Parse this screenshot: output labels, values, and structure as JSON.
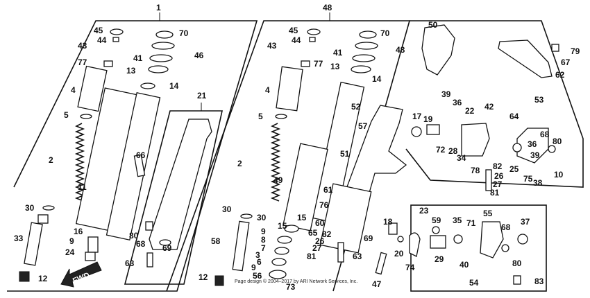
{
  "diagram": {
    "labels": {
      "l1": "1",
      "l48": "48",
      "l45a": "45",
      "l44a": "44",
      "l43a": "43",
      "l77a": "77",
      "l70a": "70",
      "l41a": "41",
      "l46": "46",
      "l13a": "13",
      "l14a": "14",
      "l4a": "4",
      "l5a": "5",
      "l2a": "2",
      "l11": "11",
      "l30a": "30",
      "l33": "33",
      "l16a": "16",
      "l9a": "9",
      "l24": "24",
      "l12a": "12",
      "l21": "21",
      "l66": "66",
      "l80a": "80",
      "l68a": "68",
      "l69a": "69",
      "l63a": "63",
      "l45b": "45",
      "l44b": "44",
      "l43b": "43",
      "l77b": "77",
      "l70b": "70",
      "l48b": "48",
      "l41b": "41",
      "l13b": "13",
      "l14b": "14",
      "l4b": "4",
      "l5b": "5",
      "l2b": "2",
      "l49": "49",
      "l30b": "30",
      "l30c": "30",
      "l15a": "15",
      "l15b": "15",
      "l9b": "9",
      "l8": "8",
      "l7": "7",
      "l58": "58",
      "l3": "3",
      "l6": "6",
      "l9c": "9",
      "l56": "56",
      "l73": "73",
      "l12b": "12",
      "l52": "52",
      "l57": "57",
      "l51": "51",
      "l61": "61",
      "l76": "76",
      "l60": "60",
      "l65": "65",
      "l82a": "82",
      "l26a": "26",
      "l27a": "27",
      "l81a": "81",
      "l63b": "63",
      "l69b": "69",
      "l50": "50",
      "l79": "79",
      "l67": "67",
      "l62": "62",
      "l53": "53",
      "l39a": "39",
      "l36a": "36",
      "l22": "22",
      "l42": "42",
      "l17": "17",
      "l19": "19",
      "l64": "64",
      "l72": "72",
      "l28": "28",
      "l34": "34",
      "l68b": "68",
      "l80b": "80",
      "l36b": "36",
      "l39b": "39",
      "l78": "78",
      "l82b": "82",
      "l26b": "26",
      "l27b": "27",
      "l81b": "81",
      "l25": "25",
      "l75": "75",
      "l38": "38",
      "l10": "10",
      "l18": "18",
      "l20": "20",
      "l74": "74",
      "l23": "23",
      "l59": "59",
      "l35": "35",
      "l71": "71",
      "l29": "29",
      "l40": "40",
      "l55": "55",
      "l68c": "68",
      "l37": "37",
      "l80c": "80",
      "l54": "54",
      "l83": "83",
      "l47": "47"
    },
    "fwd_label": "FWD",
    "copyright": "Page design © 2004–2017 by ARI Network Services, Inc."
  }
}
